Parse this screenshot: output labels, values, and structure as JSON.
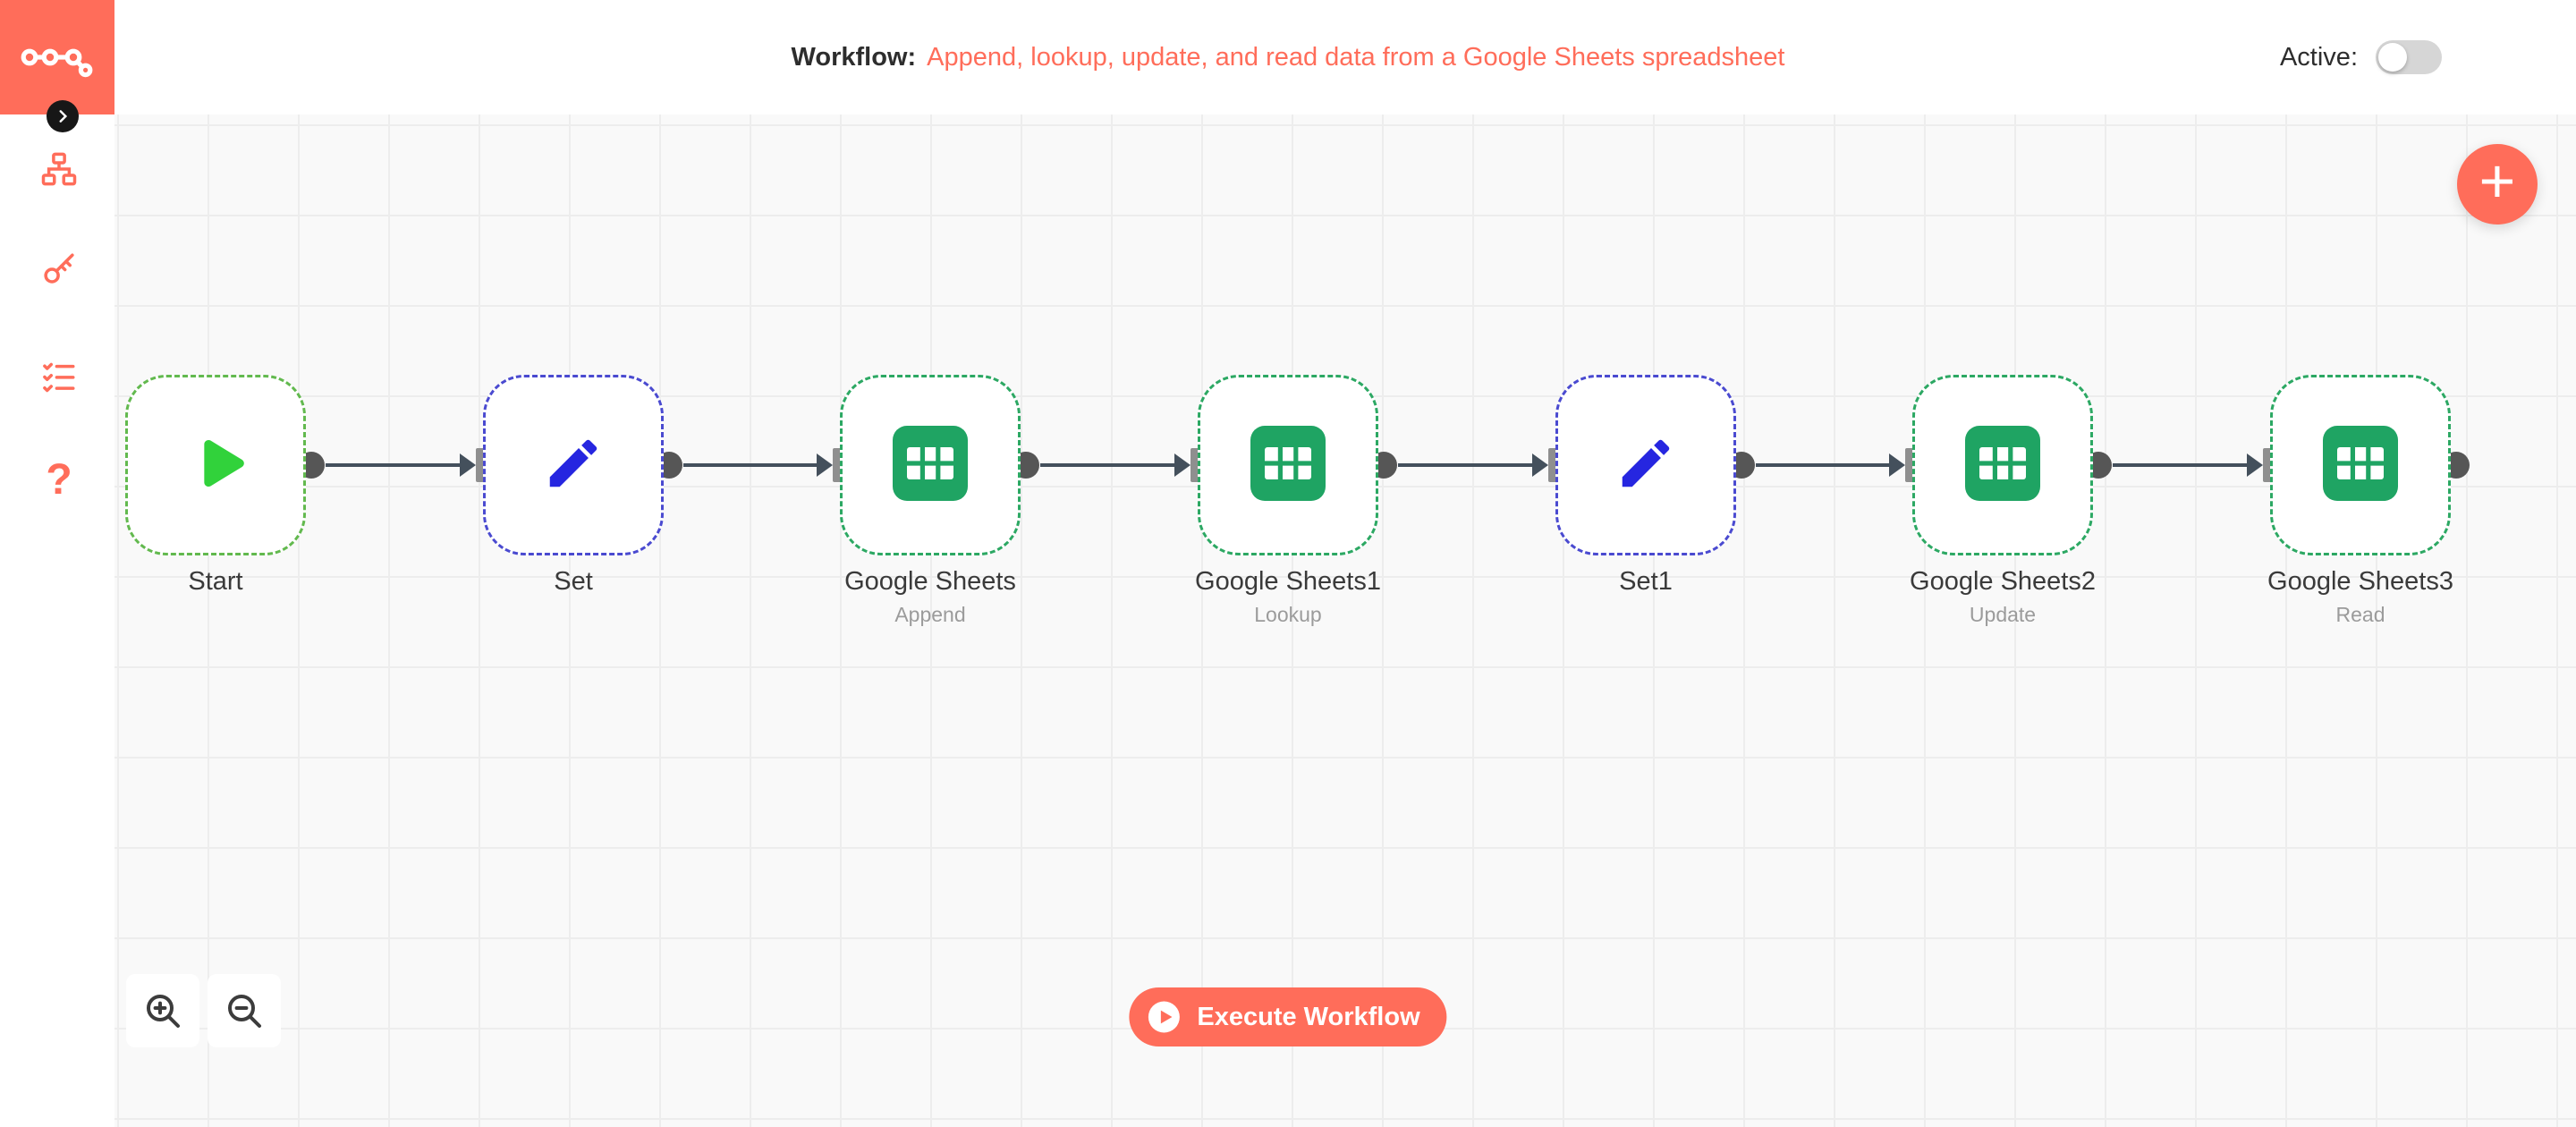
{
  "colors": {
    "brand": "#ff6d5a",
    "canvas_bg": "#f9f9f9",
    "grid_line": "#ededed",
    "wire": "#44505c",
    "start_border_green": "#62b94e",
    "sheets_border_green": "#2ca863",
    "set_border_blue": "#4a4ad0",
    "start_play_green": "#31d23b",
    "sheets_icon_green": "#1fa463",
    "pencil_blue": "#2626e0",
    "toggle_off_gray": "#d6d6d6"
  },
  "sidebar": {
    "items": [
      {
        "icon": "workflow-icon"
      },
      {
        "icon": "key-icon"
      },
      {
        "icon": "checklist-icon"
      },
      {
        "icon": "help-icon",
        "glyph": "?"
      }
    ]
  },
  "header": {
    "workflow_label": "Workflow:",
    "workflow_title": "Append, lookup, update, and read data from a Google Sheets spreadsheet",
    "active_label": "Active:",
    "active_state": "off"
  },
  "canvas": {
    "nodes": [
      {
        "label": "Start",
        "sublabel": "",
        "type": "start"
      },
      {
        "label": "Set",
        "sublabel": "",
        "type": "set"
      },
      {
        "label": "Google Sheets",
        "sublabel": "Append",
        "type": "google-sheets"
      },
      {
        "label": "Google Sheets1",
        "sublabel": "Lookup",
        "type": "google-sheets"
      },
      {
        "label": "Set1",
        "sublabel": "",
        "type": "set"
      },
      {
        "label": "Google Sheets2",
        "sublabel": "Update",
        "type": "google-sheets"
      },
      {
        "label": "Google Sheets3",
        "sublabel": "Read",
        "type": "google-sheets"
      }
    ],
    "add_node_label": "+",
    "execute_button_label": "Execute Workflow"
  }
}
